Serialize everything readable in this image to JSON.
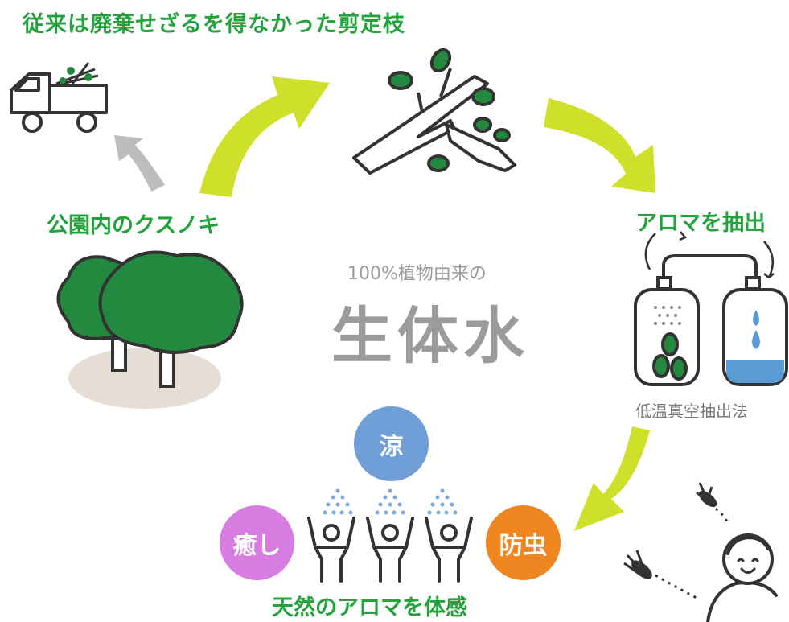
{
  "title": "従来は廃棄せざるを得なかった剪定枝",
  "park_label": "公園内のクスノキ",
  "aroma_label": "アロマを抽出",
  "center": {
    "sub": "100%植物由来の",
    "main": "生体水"
  },
  "method_label": "低温真空抽出法",
  "effects": {
    "cool": "涼",
    "heal": "癒し",
    "bug": "防虫"
  },
  "bottom_label": "天然のアロマを体感",
  "colors": {
    "accent_green": "#23a33c",
    "arrow_lime": "#cfe02a",
    "tree_green": "#23893f",
    "gray_text": "#9b9b9b",
    "cool_blue": "#6f9fd6",
    "heal_pink": "#d77ce0",
    "bug_orange": "#f0861f"
  }
}
